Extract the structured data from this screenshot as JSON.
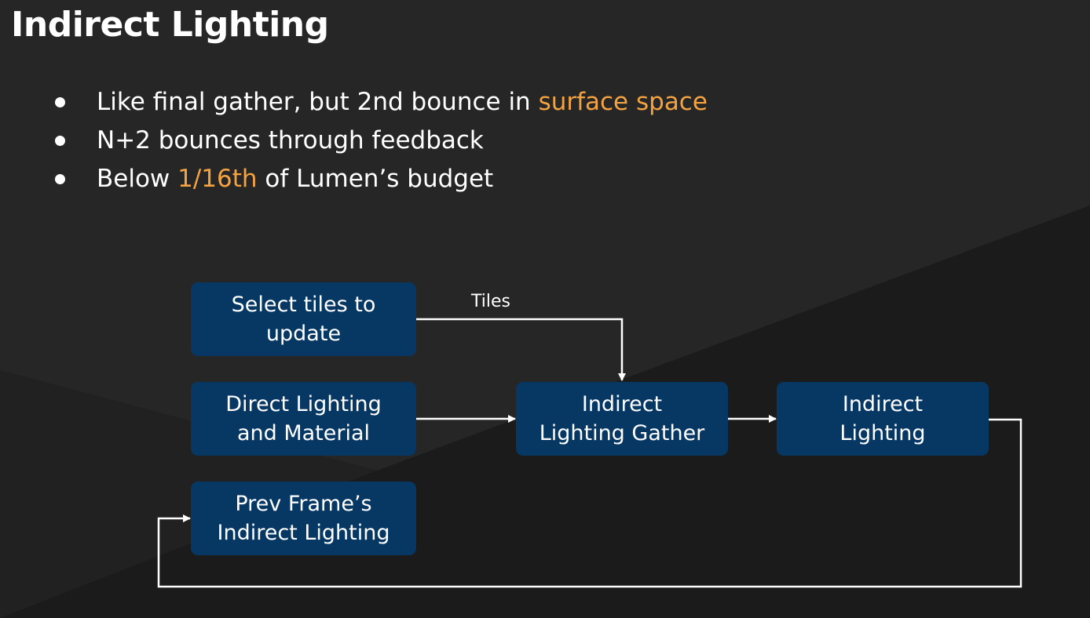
{
  "slide": {
    "title": "Indirect Lighting",
    "bullets": [
      {
        "before": "Like final gather, but 2nd bounce in ",
        "highlight": "surface space",
        "after": ""
      },
      {
        "before": "N+2 bounces through feedback",
        "highlight": "",
        "after": ""
      },
      {
        "before": "Below ",
        "highlight": "1/16th",
        "after": " of Lumen’s budget"
      }
    ]
  },
  "colors": {
    "background": "#262626",
    "highlight": "#f5a341",
    "box_fill": "#073763",
    "arrow": "#ffffff"
  },
  "diagram": {
    "nodes": {
      "select_tiles": "Select tiles to\nupdate",
      "direct_lighting": "Direct Lighting\nand Material",
      "prev_frame": "Prev Frame’s\nIndirect Lighting",
      "gather": "Indirect\nLighting Gather",
      "indirect_lighting": "Indirect\nLighting"
    },
    "edges": {
      "tiles_label": "Tiles"
    }
  }
}
